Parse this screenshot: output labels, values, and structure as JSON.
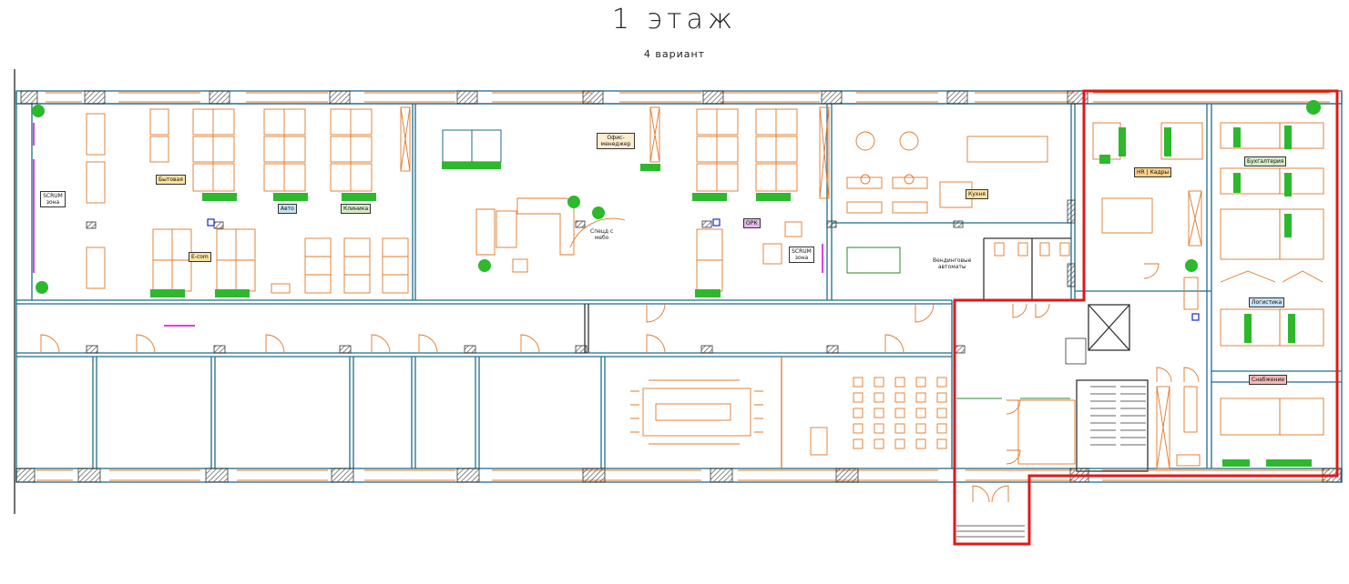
{
  "title": "1 этаж",
  "subtitle": "4 вариант",
  "colors": {
    "wall": "#1e6e8c",
    "furniture": "#e0782a",
    "plant": "#2db82d",
    "highlight": "#e01818",
    "hatch": "#555555"
  },
  "labels": {
    "scrum_left": "SCRUM\nзона",
    "bytovaya": "Бытовая",
    "avto": "Авто",
    "klinika": "Клиника",
    "ecom": "E-com",
    "ofis_manager": "Офис-\nменеджер",
    "spec_mebel": "Спецд с\nмебо",
    "opk": "ОРК",
    "scrum_right": "SCRUM\nзона",
    "kukhnya": "Кухня",
    "vending": "Вендинговые\nавтоматы",
    "hr": "HR | Кадры",
    "bukhgalteriya": "Бухгалтерия",
    "logistika": "Логистика",
    "snabzhenie": "Снабжение"
  }
}
